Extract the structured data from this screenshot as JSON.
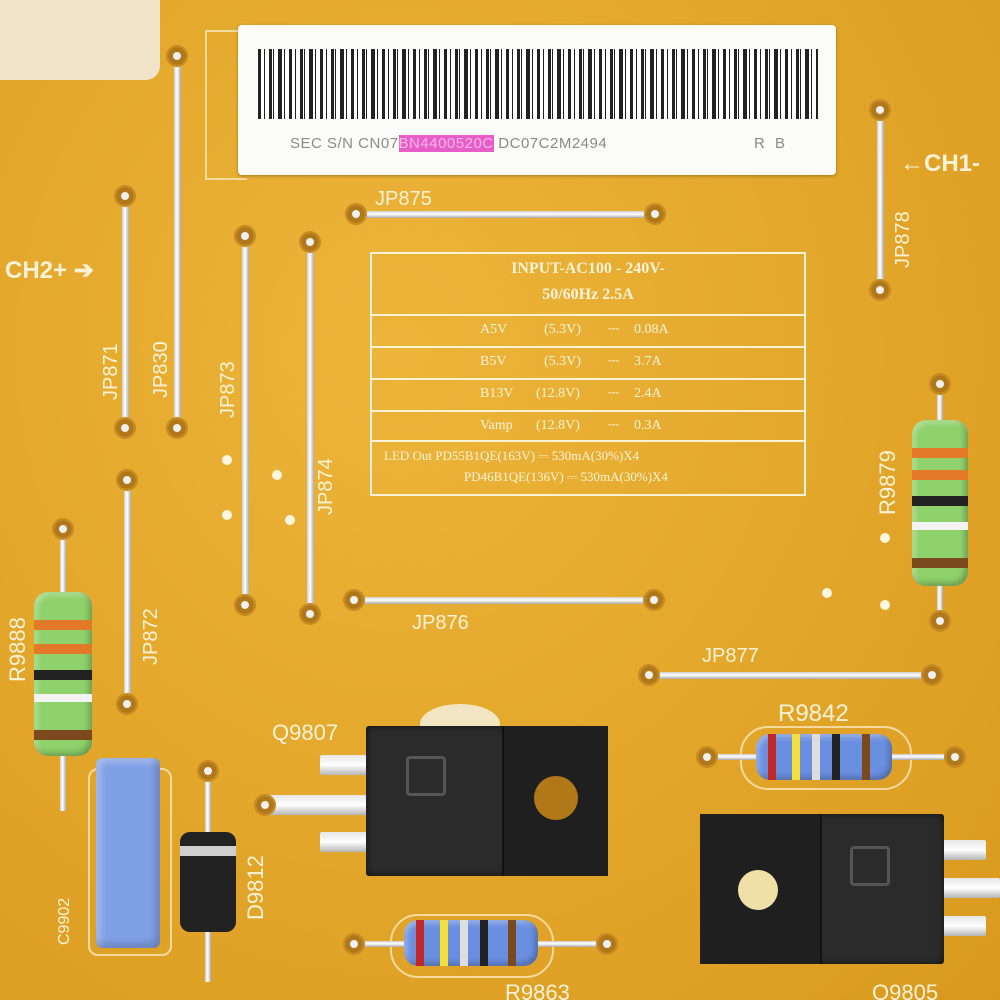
{
  "label": {
    "serial_prefix": "SEC S/N CN07",
    "serial_part": "BN4400520C",
    "serial_suffix": "DC07C2M2494",
    "revision": "R B"
  },
  "ratings": {
    "input_line1": "INPUT-AC100 - 240V-",
    "input_line2": "50/60Hz 2.5A",
    "rows": [
      {
        "name": "A5V",
        "volt": "(5.3V)",
        "symbol": "⎓",
        "current": "0.08A"
      },
      {
        "name": "B5V",
        "volt": "(5.3V)",
        "symbol": "⎓",
        "current": "3.7A"
      },
      {
        "name": "B13V",
        "volt": "(12.8V)",
        "symbol": "⎓",
        "current": "2.4A"
      },
      {
        "name": "Vamp",
        "volt": "(12.8V)",
        "symbol": "⎓",
        "current": "0.3A"
      }
    ],
    "led_line1": "LED Out PD55B1QE(163V) ⎓ 530mA(30%)X4",
    "led_line2": "PD46B1QE(136V) ⎓ 530mA(30%)X4"
  },
  "silkscreen": {
    "ch1": "←CH1-",
    "ch2": "CH2+ ➔",
    "jp875": "JP875",
    "jp876": "JP876",
    "jp877": "JP877",
    "jp878": "JP878",
    "jp871": "JP871",
    "jp830": "JP830",
    "jp873": "JP873",
    "jp874": "JP874",
    "jp872": "JP872",
    "r9888": "R9888",
    "r9879": "R9879",
    "r9842": "R9842",
    "r9863": "R9863",
    "q9807": "Q9807",
    "q9805": "Q9805",
    "d9812": "D9812",
    "c9902": "C9902"
  },
  "colors": {
    "board": "#e2a62a",
    "silkscreen": "#fbf3d8",
    "resistor_green": "#8fd16a",
    "resistor_blue": "#6a8fe0",
    "capacitor_blue": "#7f9fe6"
  }
}
